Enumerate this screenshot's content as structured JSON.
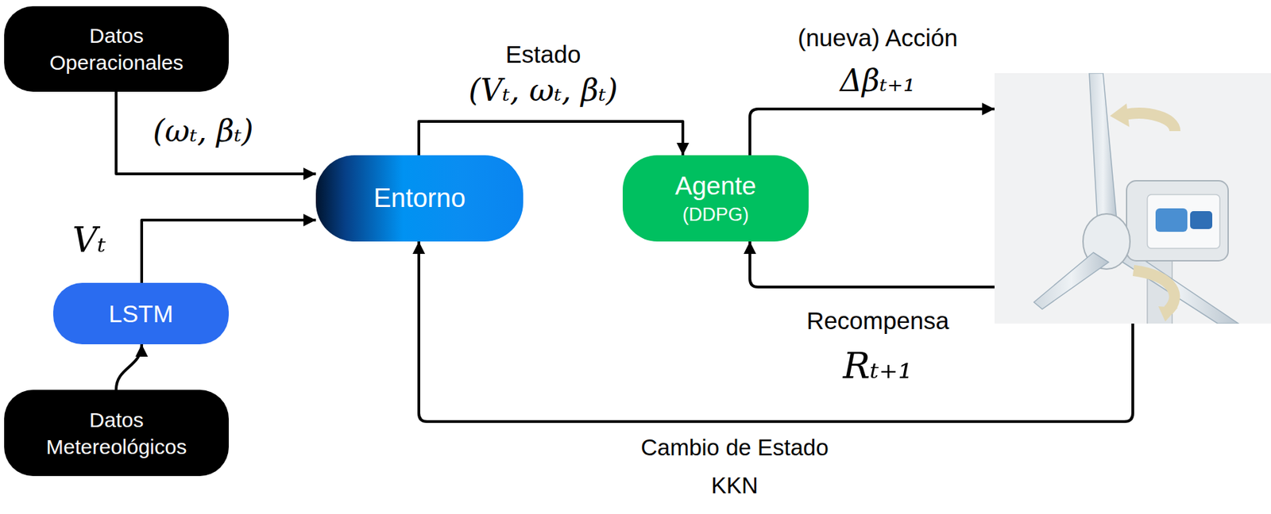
{
  "diagram": {
    "nodes": [
      {
        "text": [
          "Datos Operacionales"
        ]
      },
      {
        "text": [
          "Entorno"
        ]
      },
      {
        "text": [
          "Agente",
          "(DDPG)"
        ]
      },
      {
        "text": [
          "LSTM"
        ]
      },
      {
        "text": [
          "Datos Metereológicos"
        ]
      }
    ],
    "edges": [
      {
        "from": 0,
        "to": 1,
        "label": "(ωₜ, βₜ)",
        "arrow": "to"
      },
      {
        "from": 3,
        "to": 1,
        "label": "Vₜ",
        "arrow": "to"
      },
      {
        "from": 4,
        "to": 3,
        "arrow": "to"
      },
      {
        "from": 1,
        "to": 2,
        "label": "Estado",
        "arrow": "to"
      }
    ],
    "labels": [
      "(Vₜ, ωₜ, βₜ)",
      "(nueva) Acción",
      "Δβₜ₊₁",
      "Recompensa",
      "Rₜ₊₁",
      "Cambio de Estado",
      "KKN"
    ]
  }
}
